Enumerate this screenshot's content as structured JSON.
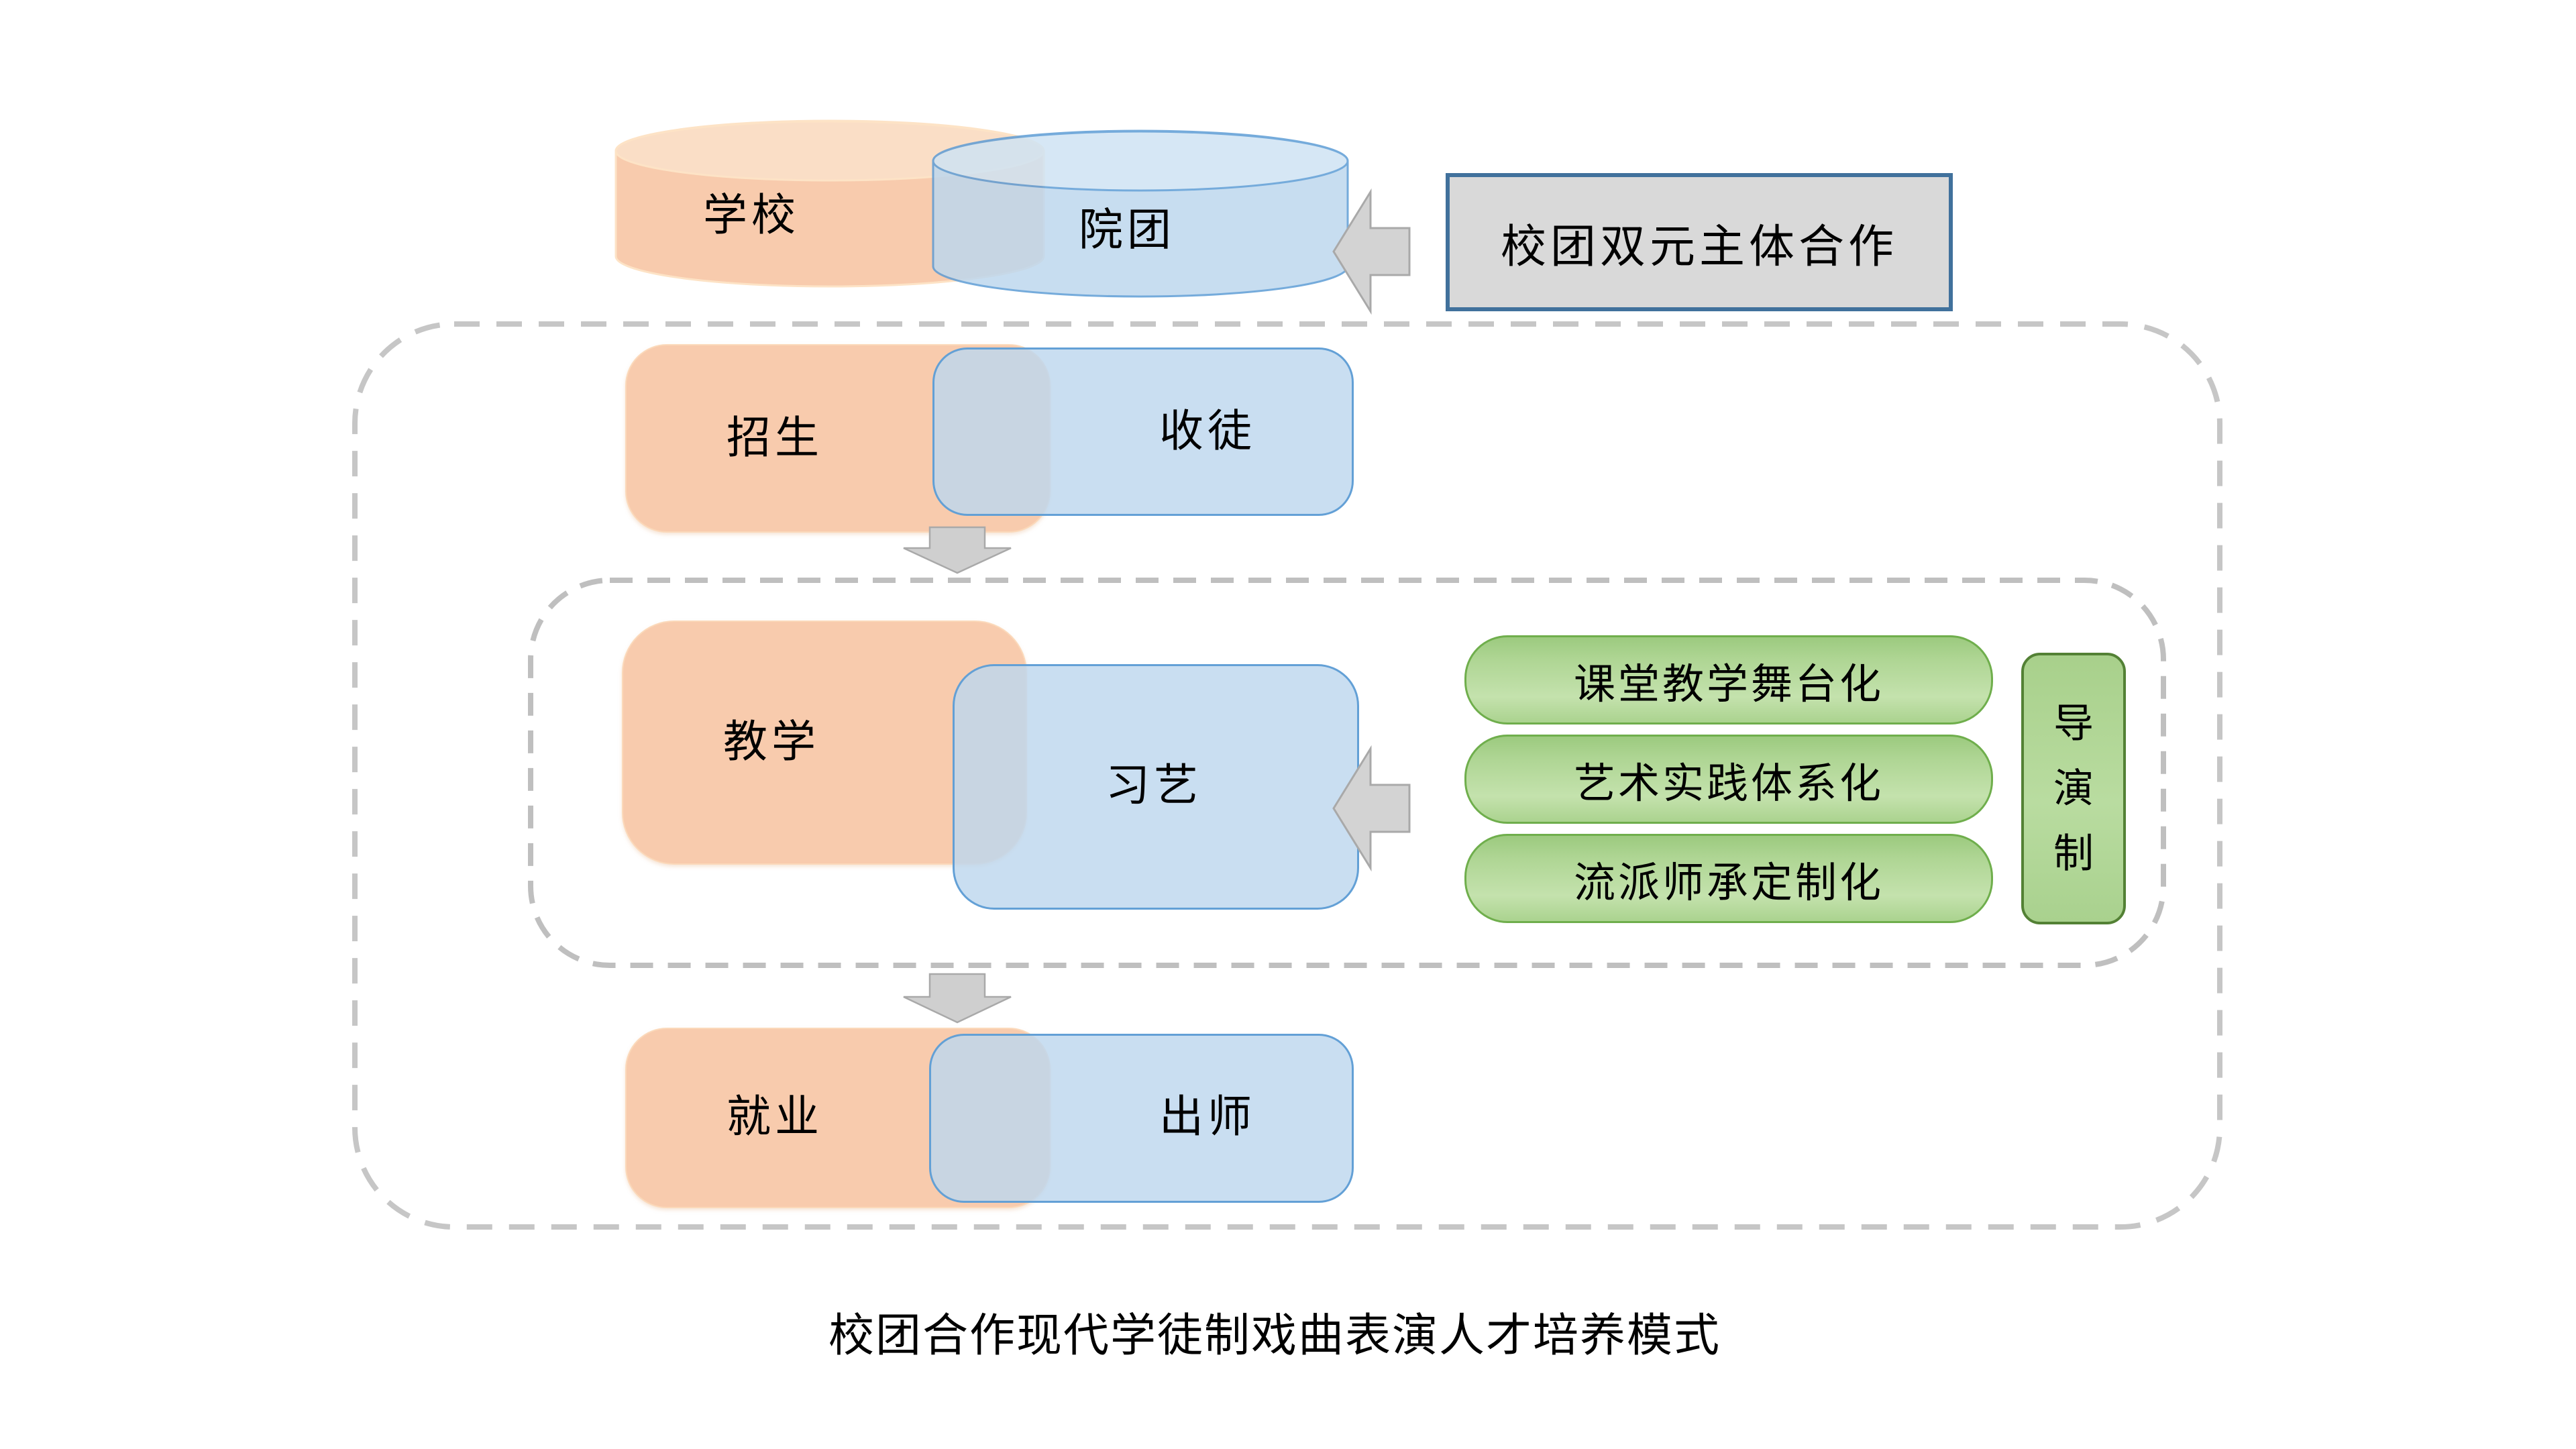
{
  "diagram": {
    "caption": "校团合作现代学徒制戏曲表演人才培养模式",
    "entities": {
      "school": "学校",
      "troupe": "院团"
    },
    "cooperation_label": "校团双元主体合作",
    "stages": [
      {
        "school": "招生",
        "troupe": "收徒"
      },
      {
        "school": "教学",
        "troupe": "习艺"
      },
      {
        "school": "就业",
        "troupe": "出师"
      }
    ],
    "teaching_features": [
      "课堂教学舞台化",
      "艺术实践体系化",
      "流派师承定制化"
    ],
    "director_label": "导演制",
    "colors": {
      "school_fill": "#f8cbad",
      "troupe_fill": "#bdd7ee",
      "troupe_border": "#5b9bd5",
      "feature_fill": "#a9d18e",
      "feature_border": "#70ad47",
      "director_border": "#538135",
      "cooperation_fill": "#d9d9d9",
      "cooperation_border": "#41719c",
      "dashed_border": "#c6c6c6",
      "arrow_fill": "#d3d3d3"
    }
  }
}
